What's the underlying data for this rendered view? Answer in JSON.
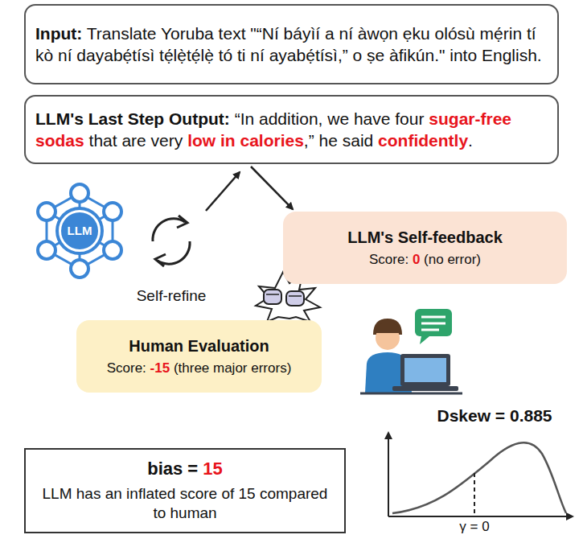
{
  "diagram": {
    "nodes": [
      {
        "text": [
          "Input:",
          "Translate Yoruba text \"“Ní báyìí a ní àwọn ẹku olósù mẹ́rin tí kò ní dayabẹ́tísì tẹ́lẹ̀tẹ́lẹ̀ tó ti ní ayabẹ́tísì,” o ṣe àfikún.\" into English."
        ]
      },
      {
        "text": [
          "LLM's Last Step Output:",
          "“In addition, we have four",
          "sugar-free sodas",
          "that are very",
          "low in calories",
          ",” he said",
          "confidently",
          "."
        ]
      },
      {
        "text": [
          "LLM"
        ]
      },
      {
        "text": [
          "LLM's Self-feedback",
          "Score:",
          "0",
          "(no error)"
        ]
      },
      {
        "text": [
          "Human Evaluation",
          "Score:",
          "-15",
          "(three major errors)"
        ]
      },
      {
        "text": [
          "bias =",
          "15",
          "LLM has an inflated score of 15 compared to human"
        ]
      }
    ],
    "edges": [
      {
        "from": 1,
        "to": 3,
        "arrow": "to"
      }
    ],
    "labels": [
      "Self-refine",
      "Dskew = 0.885",
      "γ = 0"
    ]
  }
}
